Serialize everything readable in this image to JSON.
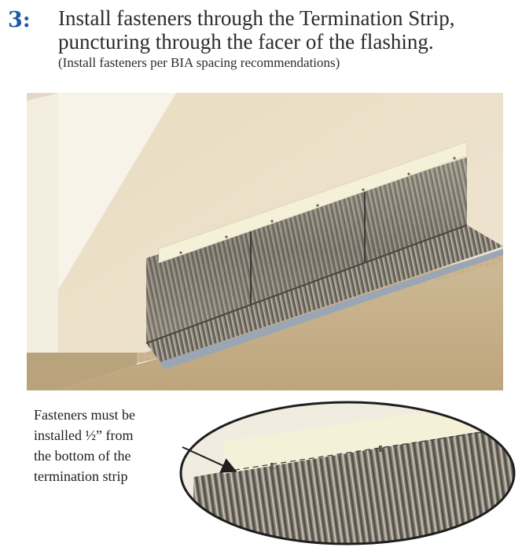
{
  "step": {
    "number": "3:",
    "title_line1": "Install fasteners through the Termination Strip,",
    "title_line2": "puncturing through the facer of the flashing.",
    "note": "(Install fasteners per BIA spacing recommendations)"
  },
  "callout": {
    "line1": "Fasteners must be",
    "line2": "installed ½” from",
    "line3": "the bottom of the",
    "line4": "termination strip"
  },
  "colors": {
    "step_number": "#1a5aa8",
    "wall_front": "#eee3cd",
    "wall_side": "#f6f1e4",
    "termination_strip": "#f5f0d8",
    "flashing_metal": "#8a8478",
    "foundation": "#c8b48c",
    "edge_strip": "#9aa6b4"
  }
}
